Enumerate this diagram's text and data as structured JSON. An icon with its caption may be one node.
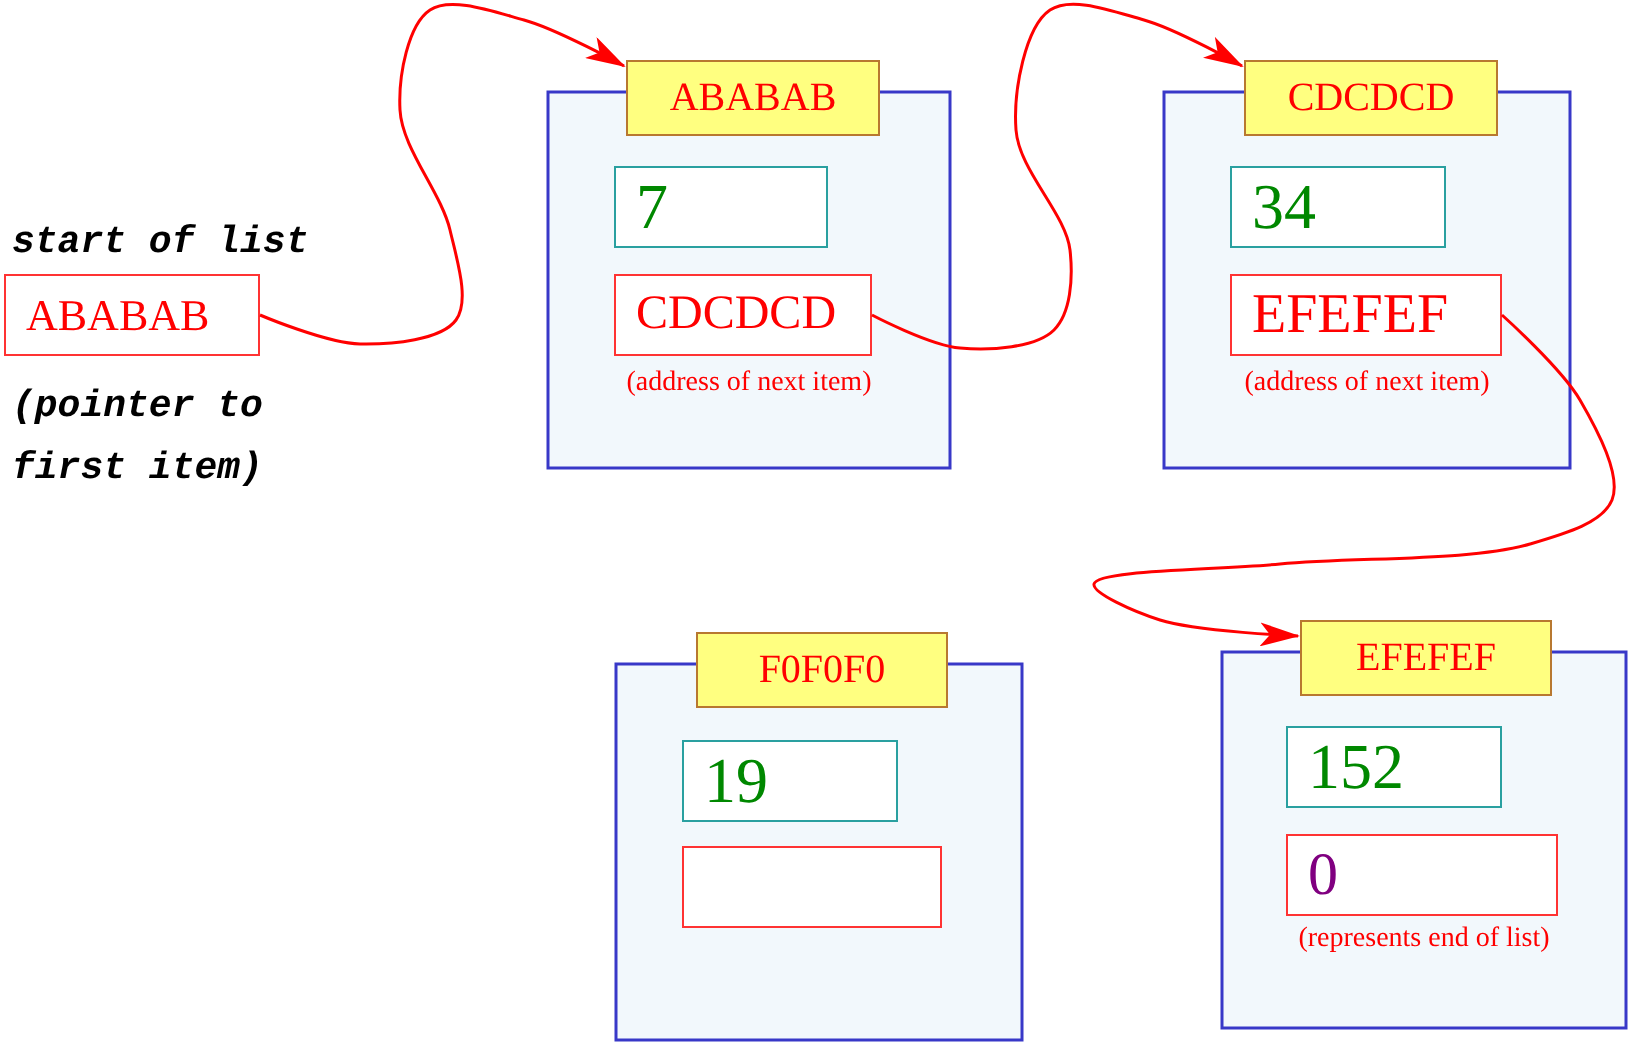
{
  "diagram": {
    "nodes": [
      {
        "text": [
          "ABABAB"
        ],
        "beside": [
          "start of list",
          "(pointer to first item)"
        ]
      },
      {
        "text": [
          "ABABAB"
        ]
      },
      {
        "text": [
          "7"
        ],
        "in": 1
      },
      {
        "text": [
          "CDCDCD"
        ],
        "in": 1,
        "beside": [
          "(address of next item)"
        ]
      },
      {
        "text": [
          "CDCDCD"
        ]
      },
      {
        "text": [
          "34"
        ],
        "in": 4
      },
      {
        "text": [
          "EFEFEF"
        ],
        "in": 4,
        "beside": [
          "(address of next item)"
        ]
      },
      {
        "text": [
          "F0F0F0"
        ]
      },
      {
        "text": [
          "19"
        ],
        "in": 7
      },
      {
        "text": [],
        "shape": "box",
        "in": 7
      },
      {
        "text": [
          "EFEFEF"
        ]
      },
      {
        "text": [
          "152"
        ],
        "in": 10
      },
      {
        "text": [
          "0"
        ],
        "in": 10,
        "beside": [
          "(represents end of list)"
        ]
      }
    ],
    "edges": [
      {
        "from": 0,
        "to": 1,
        "arrow": "to"
      },
      {
        "from": 3,
        "to": 4,
        "arrow": "to"
      },
      {
        "from": 6,
        "to": 10,
        "arrow": "to"
      }
    ]
  }
}
